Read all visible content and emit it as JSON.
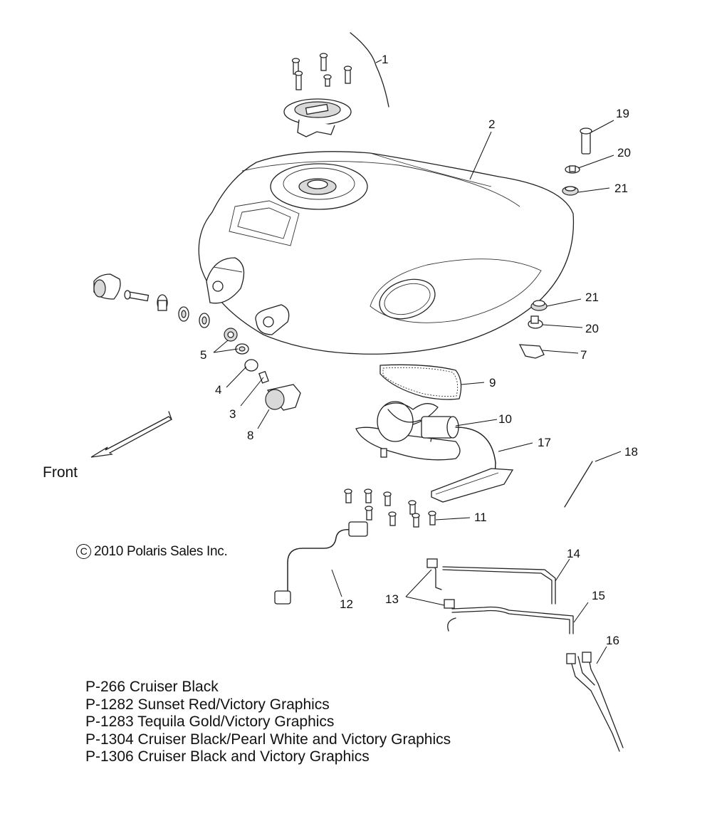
{
  "callouts": [
    "1",
    "2",
    "3",
    "4",
    "5",
    "7",
    "8",
    "9",
    "10",
    "11",
    "12",
    "13",
    "14",
    "15",
    "16",
    "17",
    "18",
    "19",
    "20",
    "21",
    "20",
    "21"
  ],
  "front_label": "Front",
  "copyright": {
    "symbol": "C",
    "text": "2010 Polaris Sales Inc."
  },
  "variants": [
    "P-266  Cruiser Black",
    "P-1282 Sunset Red/Victory Graphics",
    "P-1283 Tequila Gold/Victory Graphics",
    "P-1304 Cruiser Black/Pearl White and Victory Graphics",
    "P-1306 Cruiser Black and Victory Graphics"
  ]
}
